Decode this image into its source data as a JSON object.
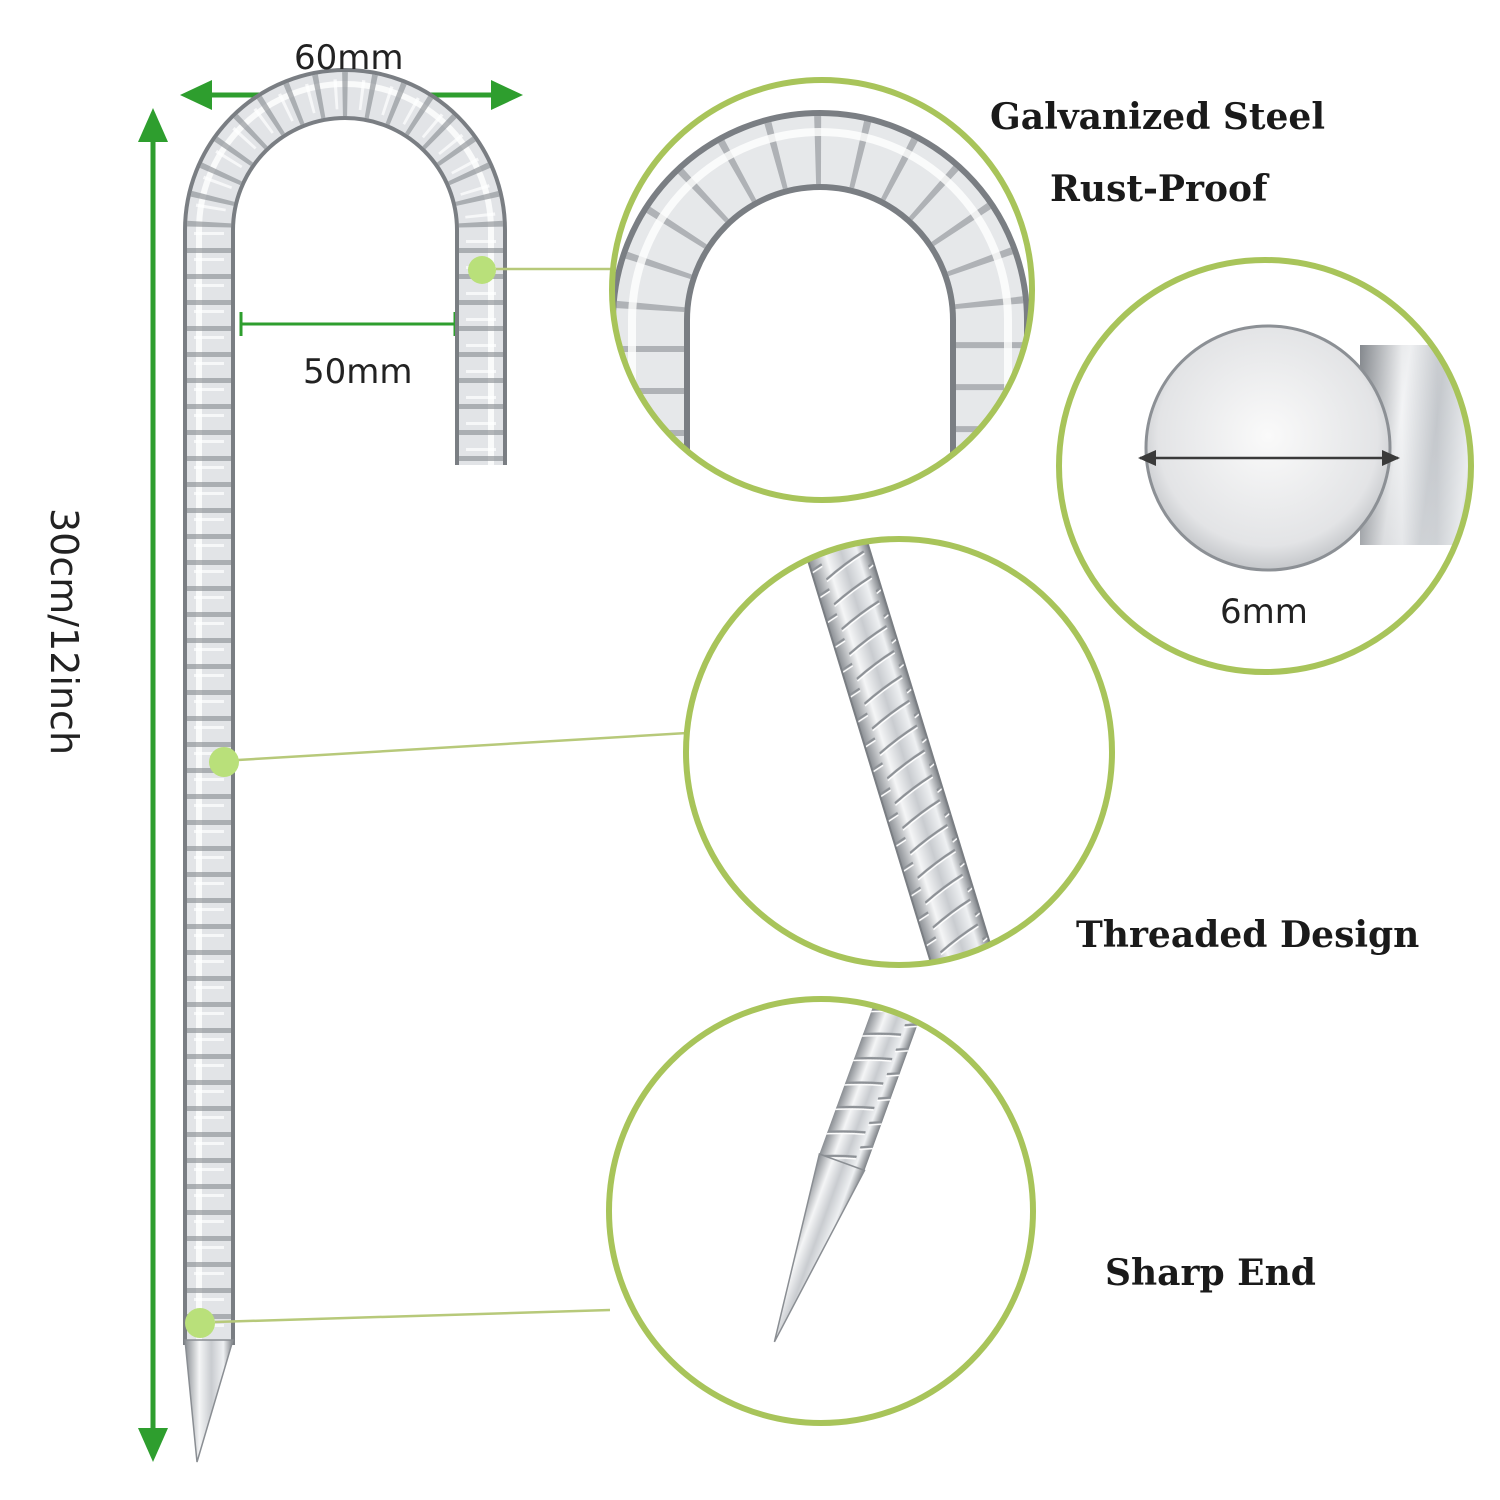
{
  "dimensions": {
    "hook_width": "60mm",
    "inner_width": "50mm",
    "length": "30cm/12inch",
    "diameter": "6mm"
  },
  "features": {
    "material_line1": "Galvanized Steel",
    "material_line2": "Rust-Proof",
    "thread": "Threaded Design",
    "tip": "Sharp End"
  },
  "colors": {
    "arrow_green": "#2e9e2e",
    "circle_green": "#a8c45a",
    "dot_green": "#b9e07a",
    "steel_light": "#e6e8ea",
    "steel_dark": "#8c9095"
  },
  "icons": {
    "callout_marker": "green-dot-icon",
    "dimension_arrow": "double-arrow-icon"
  }
}
